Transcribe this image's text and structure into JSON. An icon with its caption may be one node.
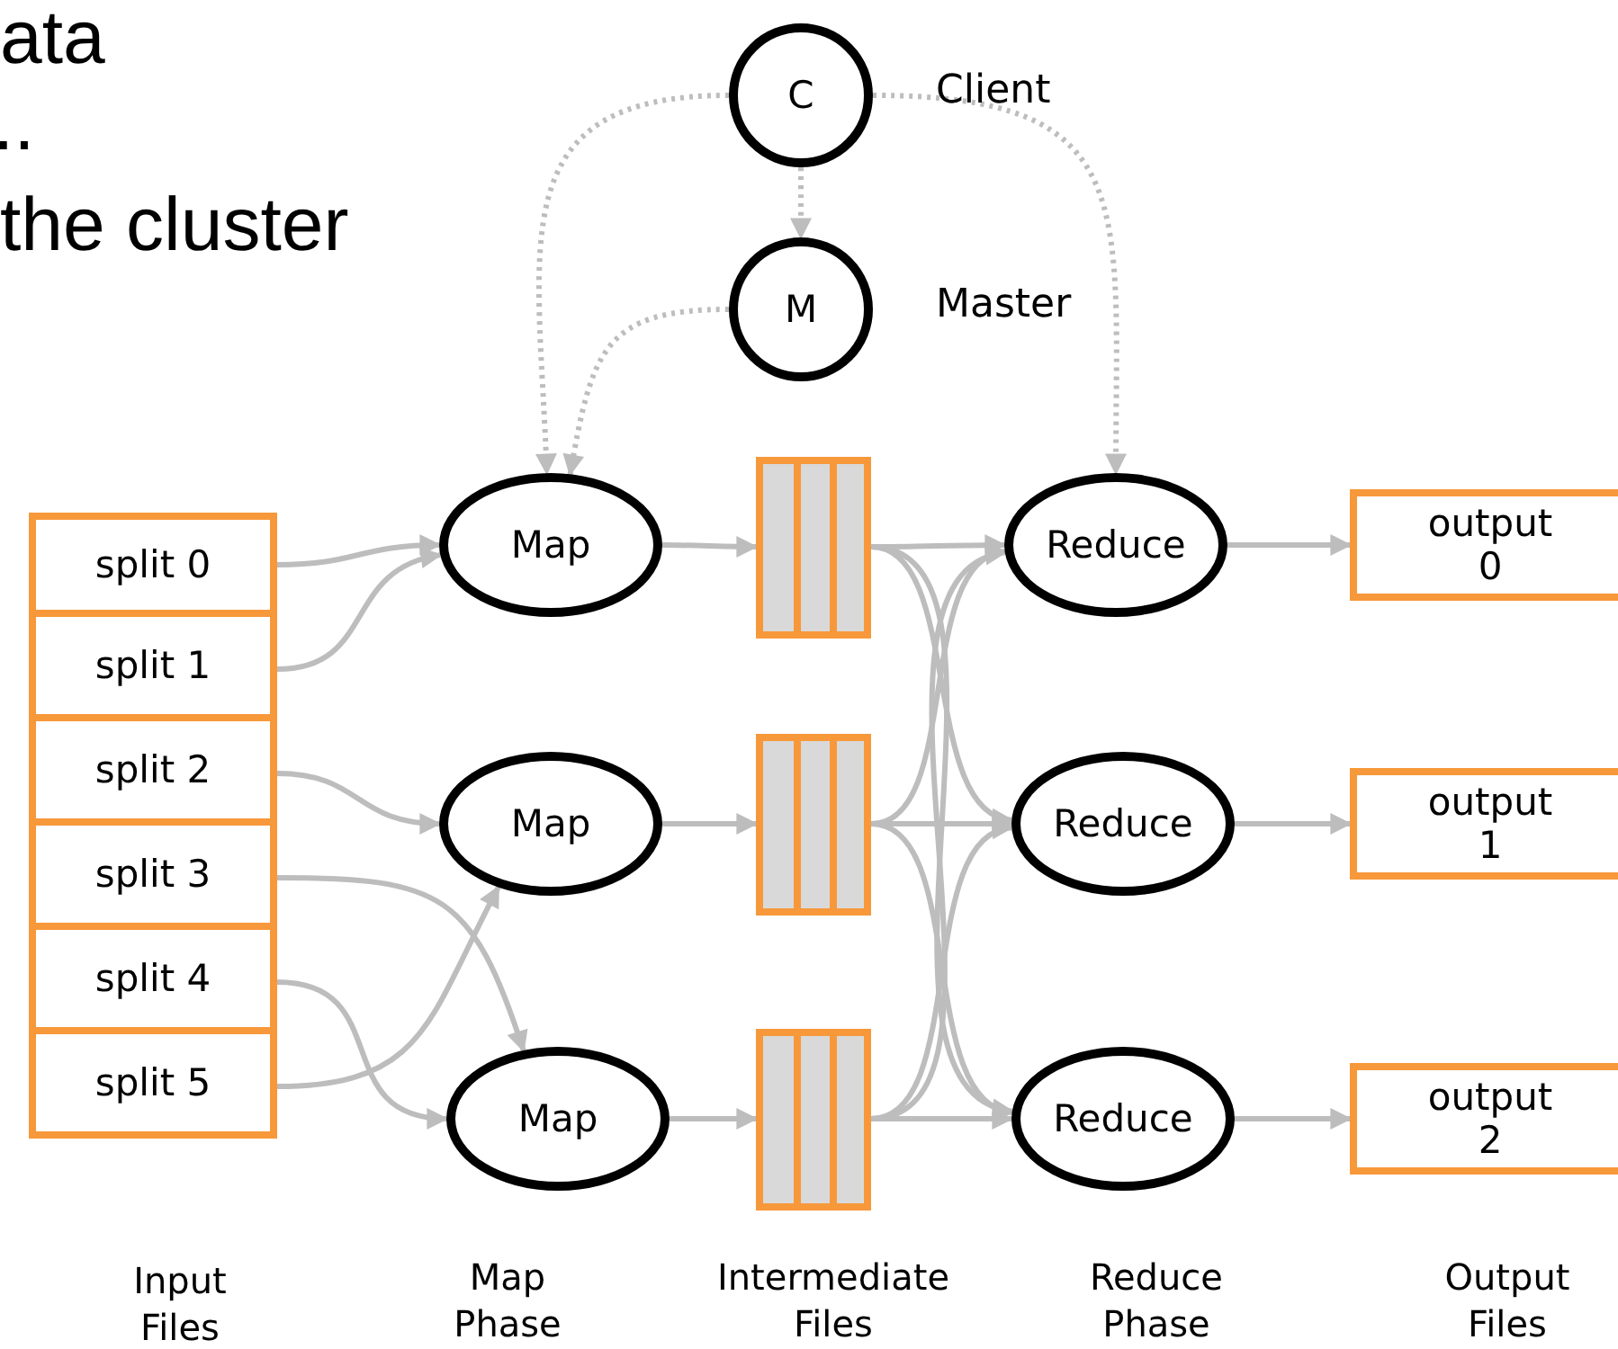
{
  "diagram": {
    "nodes": [
      {
        "text": [
          "C"
        ],
        "beside": [
          "Client"
        ]
      },
      {
        "text": [
          "M"
        ],
        "beside": [
          "Master"
        ]
      },
      {
        "text": [
          "split 0"
        ]
      },
      {
        "text": [
          "split 1"
        ]
      },
      {
        "text": [
          "split 2"
        ]
      },
      {
        "text": [
          "split 3"
        ]
      },
      {
        "text": [
          "split 4"
        ]
      },
      {
        "text": [
          "split 5"
        ]
      },
      {
        "text": [
          "Map"
        ]
      },
      {
        "text": [
          "Map"
        ]
      },
      {
        "text": [
          "Map"
        ]
      },
      {
        "text": [],
        "shape": "box"
      },
      {
        "text": [],
        "shape": "box"
      },
      {
        "text": [],
        "shape": "box"
      },
      {
        "text": [
          "Reduce"
        ]
      },
      {
        "text": [
          "Reduce"
        ]
      },
      {
        "text": [
          "Reduce"
        ]
      },
      {
        "text": [
          "output 0"
        ]
      },
      {
        "text": [
          "output 1"
        ]
      },
      {
        "text": [
          "output 2"
        ]
      }
    ],
    "edges": [
      {
        "from": 0,
        "to": 1,
        "arrow": "to",
        "style": "dashed"
      },
      {
        "from": 0,
        "to": 8,
        "arrow": "to",
        "style": "dashed"
      },
      {
        "from": 1,
        "to": 8,
        "arrow": "to",
        "style": "dashed"
      },
      {
        "from": 0,
        "to": 14,
        "arrow": "to",
        "style": "dashed"
      },
      {
        "from": 2,
        "to": 8,
        "arrow": "to"
      },
      {
        "from": 3,
        "to": 8,
        "arrow": "to"
      },
      {
        "from": 4,
        "to": 9,
        "arrow": "to"
      },
      {
        "from": 7,
        "to": 9,
        "arrow": "to"
      },
      {
        "from": 5,
        "to": 10,
        "arrow": "to"
      },
      {
        "from": 6,
        "to": 10,
        "arrow": "to"
      },
      {
        "from": 8,
        "to": 11,
        "arrow": "to"
      },
      {
        "from": 9,
        "to": 12,
        "arrow": "to"
      },
      {
        "from": 10,
        "to": 13,
        "arrow": "to"
      },
      {
        "from": 11,
        "to": 14,
        "arrow": "to"
      },
      {
        "from": 11,
        "to": 15,
        "arrow": "to"
      },
      {
        "from": 11,
        "to": 16,
        "arrow": "to"
      },
      {
        "from": 12,
        "to": 14,
        "arrow": "to"
      },
      {
        "from": 12,
        "to": 15,
        "arrow": "to"
      },
      {
        "from": 12,
        "to": 16,
        "arrow": "to"
      },
      {
        "from": 13,
        "to": 14,
        "arrow": "to"
      },
      {
        "from": 13,
        "to": 15,
        "arrow": "to"
      },
      {
        "from": 13,
        "to": 16,
        "arrow": "to"
      },
      {
        "from": 14,
        "to": 17,
        "arrow": "to"
      },
      {
        "from": 15,
        "to": 18,
        "arrow": "to"
      },
      {
        "from": 16,
        "to": 19,
        "arrow": "to"
      }
    ],
    "labels": [
      "ata",
      "..",
      "the cluster",
      "Input Files",
      "Map Phase",
      "Intermediate Files",
      "Reduce Phase",
      "Output Files"
    ]
  }
}
